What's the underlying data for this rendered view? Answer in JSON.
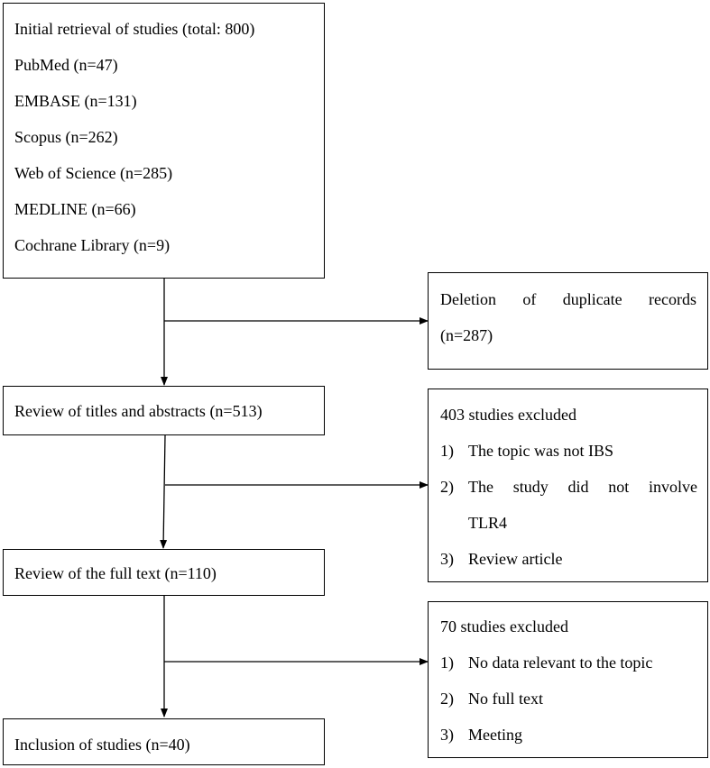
{
  "retrieval": {
    "title": "Initial retrieval of studies (total: 800)",
    "sources": [
      "PubMed (n=47)",
      "EMBASE (n=131)",
      "Scopus (n=262)",
      "Web of Science (n=285)",
      "MEDLINE (n=66)",
      "Cochrane Library (n=9)"
    ]
  },
  "duplicates": {
    "line1": "Deletion of duplicate records",
    "line2": "(n=287)"
  },
  "screening": {
    "text": "Review of titles and abstracts (n=513)"
  },
  "excluded1": {
    "title": "403 studies excluded",
    "items": [
      {
        "num": "1)",
        "lines": [
          "The topic was not IBS"
        ]
      },
      {
        "num": "2)",
        "lines": [
          "The study did not involve",
          "TLR4"
        ]
      },
      {
        "num": "3)",
        "lines": [
          "Review article"
        ]
      }
    ]
  },
  "fulltext": {
    "text": "Review of the full text (n=110)"
  },
  "excluded2": {
    "title": "70 studies excluded",
    "items": [
      {
        "num": "1)",
        "lines": [
          "No data relevant to the topic"
        ]
      },
      {
        "num": "2)",
        "lines": [
          "No full text"
        ]
      },
      {
        "num": "3)",
        "lines": [
          "Meeting"
        ]
      }
    ]
  },
  "included": {
    "text": "Inclusion of studies (n=40)"
  }
}
